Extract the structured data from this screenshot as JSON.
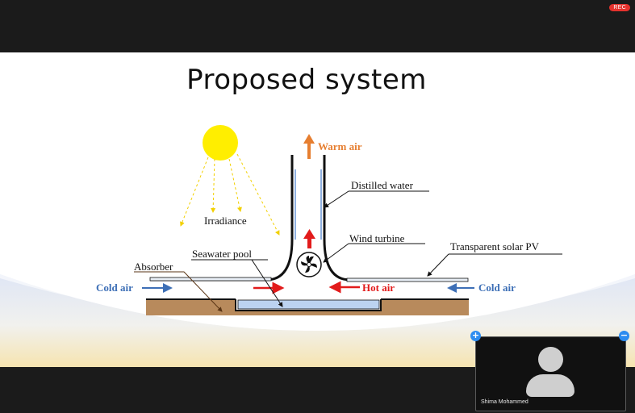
{
  "recording": {
    "badge": "REC"
  },
  "slide": {
    "title": "Proposed system",
    "labels": {
      "warm_air": "Warm air",
      "distilled_water": "Distilled water",
      "irradiance": "Irradiance",
      "wind_turbine": "Wind turbine",
      "seawater_pool": "Seawater pool",
      "transparent_solar_pv": "Transparent solar PV",
      "absorber": "Absorber",
      "cold_air_left": "Cold air",
      "cold_air_right": "Cold air",
      "hot_air": "Hot air"
    },
    "colors": {
      "sun": "#ffee00",
      "warm_air": "#e67e30",
      "cold_air": "#3d6fb6",
      "hot_air": "#e21b1b",
      "ground": "#b88a5c",
      "water": "#bcd3f0"
    }
  },
  "video_tile": {
    "participant_name": "Shima Mohammed",
    "add_icon": "plus-icon",
    "minimize_icon": "minus-icon"
  }
}
